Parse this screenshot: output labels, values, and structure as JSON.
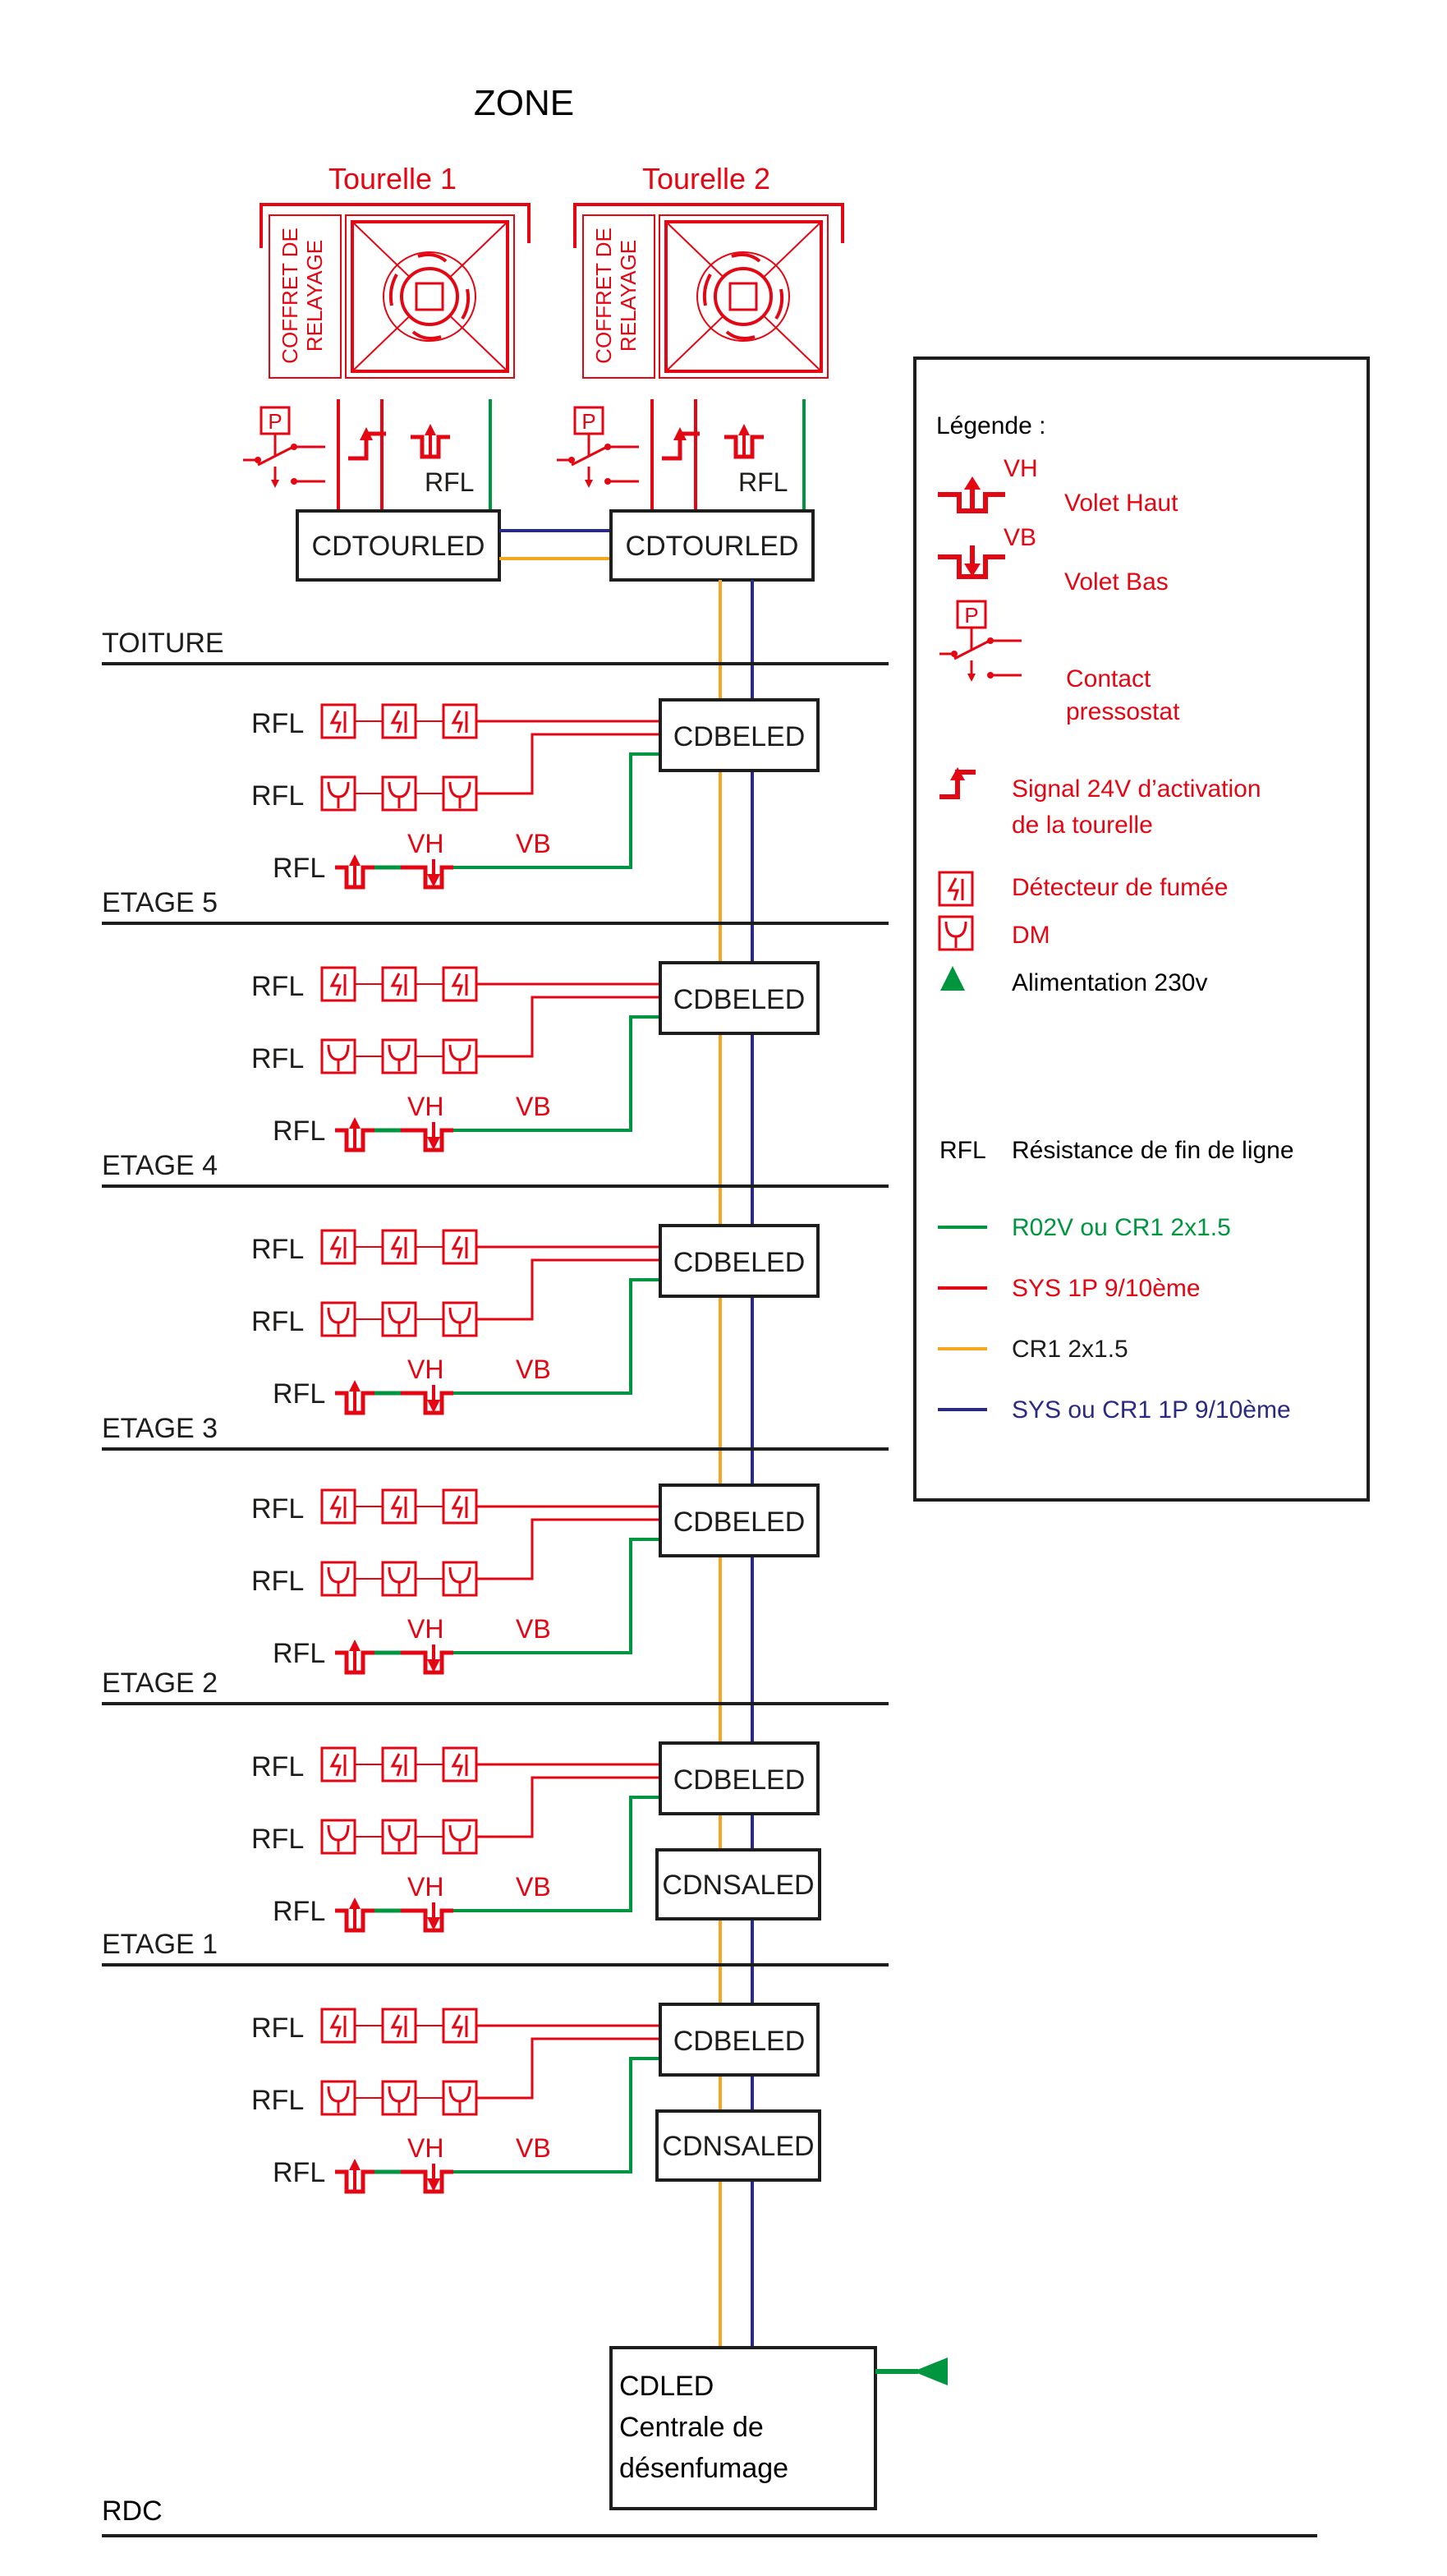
{
  "title": "ZONE",
  "colors": {
    "red": "#e30613",
    "green": "#009640",
    "orange": "#f5a623",
    "navy": "#2b2a83",
    "black": "#1d1d1b"
  },
  "tourelles": [
    {
      "label": "Tourelle 1",
      "relay_box_line1": "COFFRET DE",
      "relay_box_line2": "RELAYAGE",
      "controller": "CDTOURLED",
      "rfl": "RFL"
    },
    {
      "label": "Tourelle 2",
      "relay_box_line1": "COFFRET DE",
      "relay_box_line2": "RELAYAGE",
      "controller": "CDTOURLED",
      "rfl": "RFL"
    }
  ],
  "floors": [
    {
      "label": "TOITURE"
    },
    {
      "label": "ETAGE 5",
      "controller": "CDBELED",
      "extra_module": null
    },
    {
      "label": "ETAGE 4",
      "controller": "CDBELED",
      "extra_module": null
    },
    {
      "label": "ETAGE 3",
      "controller": "CDBELED",
      "extra_module": null
    },
    {
      "label": "ETAGE 2",
      "controller": "CDBELED",
      "extra_module": null
    },
    {
      "label": "ETAGE 1",
      "controller": "CDBELED",
      "extra_module": "CDNSALED"
    },
    {
      "label": "RDC",
      "controller": "CDBELED",
      "extra_module": "CDNSALED"
    }
  ],
  "floor_row": {
    "rfl": "RFL",
    "vh": "VH",
    "vb": "VB",
    "detectors_per_loop": 3,
    "dm_per_loop": 3
  },
  "central": {
    "line1": "CDLED",
    "line2": "Centrale de",
    "line3": "désenfumage"
  },
  "legend": {
    "title": "Légende :",
    "items": [
      {
        "symbol": "volet-haut-icon",
        "code": "VH",
        "label": "Volet Haut",
        "color": "#e30613"
      },
      {
        "symbol": "volet-bas-icon",
        "code": "VB",
        "label": "Volet Bas",
        "color": "#e30613"
      },
      {
        "symbol": "pressostat-icon",
        "label_line1": "Contact",
        "label_line2": "pressostat",
        "color": "#e30613"
      },
      {
        "symbol": "signal-24v-icon",
        "label_line1": "Signal 24V d’activation",
        "label_line2": "de la tourelle",
        "color": "#e30613"
      },
      {
        "symbol": "smoke-detector-icon",
        "label": "Détecteur de fumée",
        "color": "#e30613"
      },
      {
        "symbol": "dm-icon",
        "label": "DM",
        "color": "#e30613"
      },
      {
        "symbol": "power-triangle-icon",
        "label": "Alimentation 230v",
        "color": "#1d1d1b"
      },
      {
        "symbol": "rfl-text",
        "code": "RFL",
        "label": "Résistance de fin de ligne",
        "color": "#1d1d1b"
      },
      {
        "symbol": "green-line",
        "label": "R02V ou CR1 2x1.5",
        "color": "#009640"
      },
      {
        "symbol": "red-line",
        "label": "SYS 1P 9/10ème",
        "color": "#e30613"
      },
      {
        "symbol": "orange-line",
        "label": "CR1 2x1.5",
        "color": "#1d1d1b"
      },
      {
        "symbol": "navy-line",
        "label": "SYS ou CR1 1P 9/10ème",
        "color": "#2b2a83"
      }
    ]
  }
}
